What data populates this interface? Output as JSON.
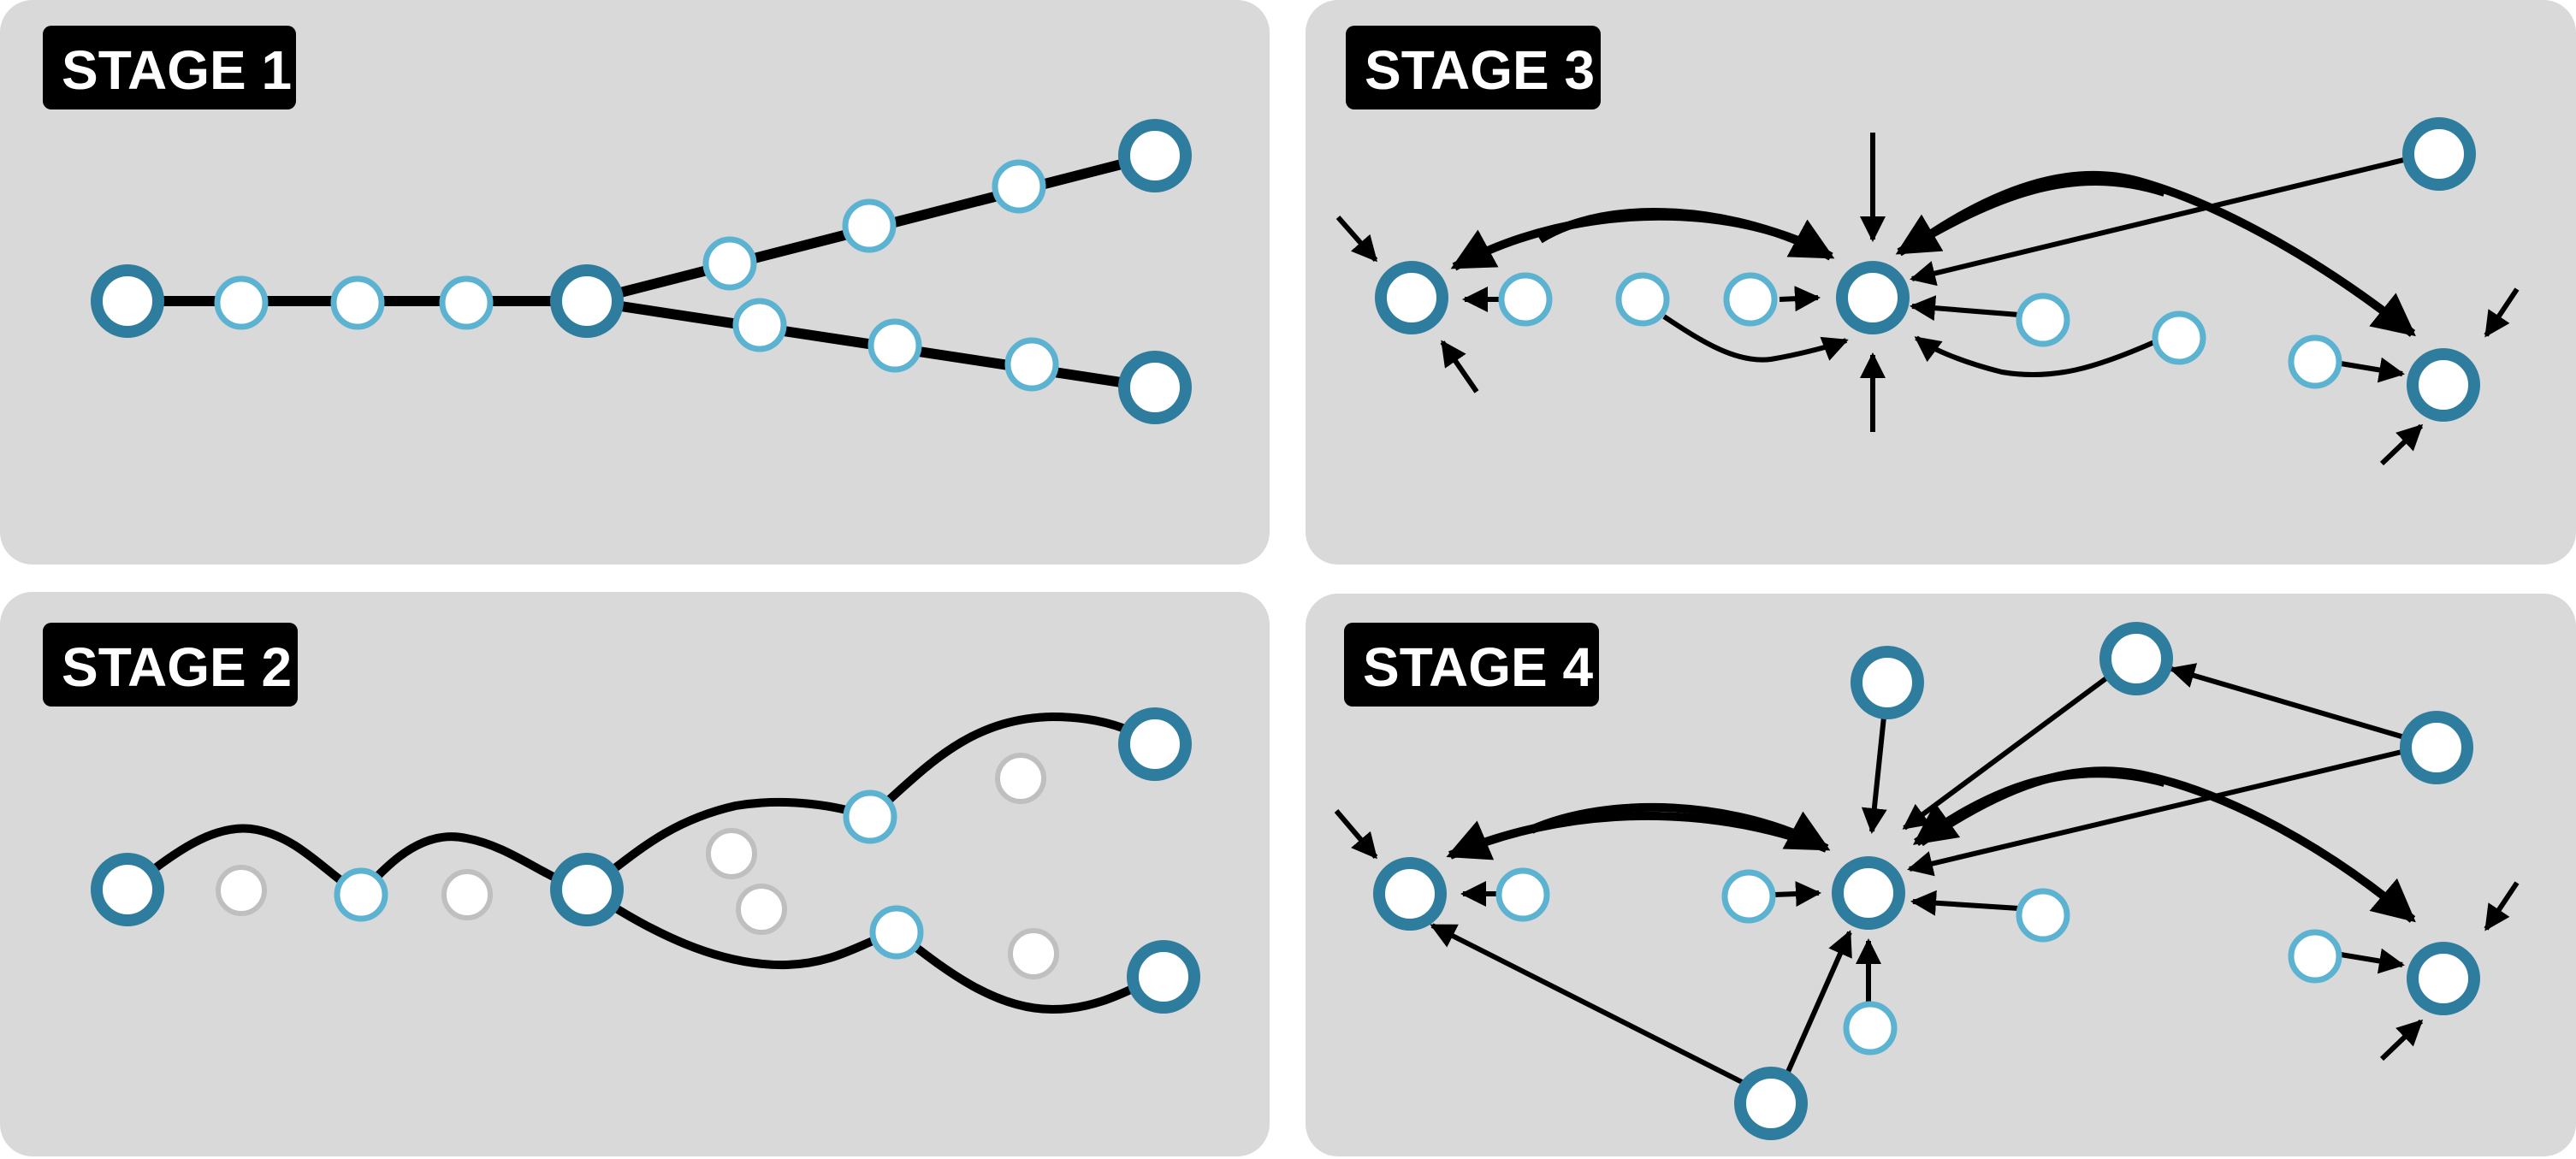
{
  "panels": [
    {
      "id": "stage1",
      "label": "STAGE 1"
    },
    {
      "id": "stage2",
      "label": "STAGE 2"
    },
    {
      "id": "stage3",
      "label": "STAGE 3"
    },
    {
      "id": "stage4",
      "label": "STAGE 4"
    }
  ],
  "colors": {
    "panel_background": "#d9d9d9",
    "label_background": "#000000",
    "label_text": "#ffffff",
    "major_node_stroke": "#2e7d9e",
    "minor_node_stroke": "#5cb3d1",
    "inactive_node_stroke": "#bfbfbf",
    "node_fill": "#ffffff",
    "edge": "#000000"
  }
}
